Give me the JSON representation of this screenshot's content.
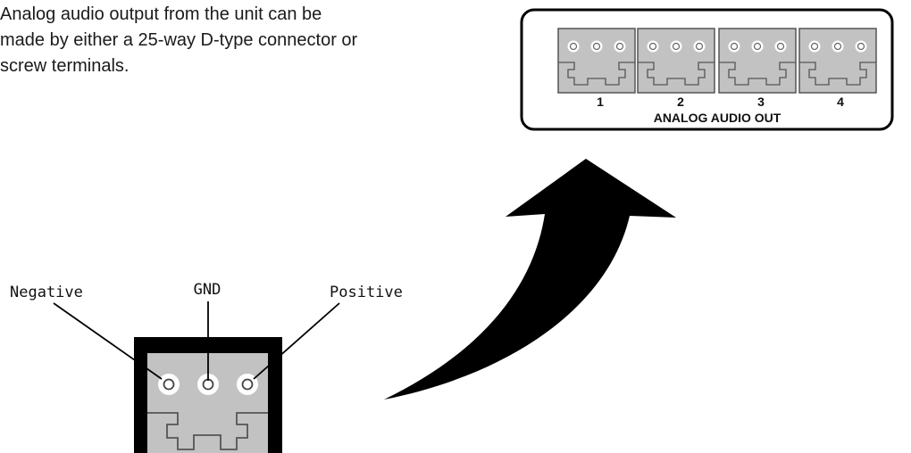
{
  "description": {
    "lines": [
      "Analog audio output from the unit can be",
      "made by either a 25-way D-type connector or",
      "screw terminals."
    ]
  },
  "panel": {
    "connector_numbers": [
      "1",
      "2",
      "3",
      "4"
    ],
    "caption": "ANALOG AUDIO OUT"
  },
  "connector_detail": {
    "labels": {
      "negative": "Negative",
      "gnd": "GND",
      "positive": "Positive"
    }
  },
  "colors": {
    "frame": "#000000",
    "terminal_body": "#c2c2c2",
    "terminal_outline": "#555555",
    "arrow": "#000000"
  }
}
